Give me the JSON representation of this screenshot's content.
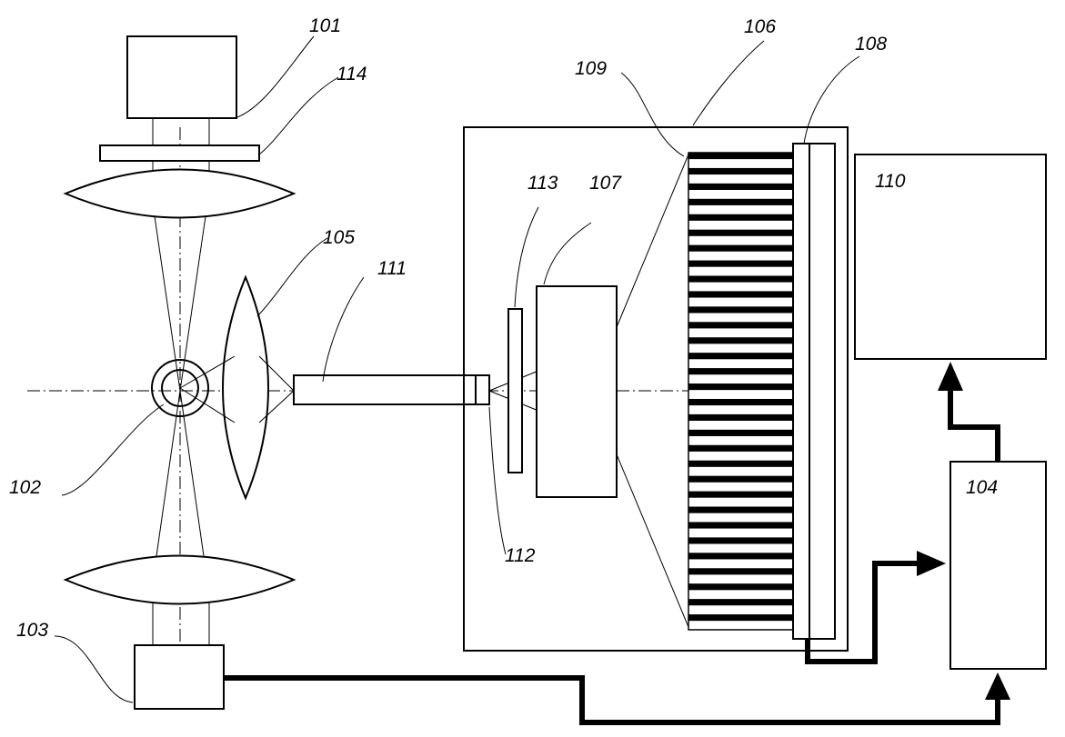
{
  "labels": {
    "l101": "101",
    "l114": "114",
    "l106": "106",
    "l108": "108",
    "l109": "109",
    "l110": "110",
    "l113": "113",
    "l107": "107",
    "l105": "105",
    "l111": "111",
    "l102": "102",
    "l104": "104",
    "l112": "112",
    "l103": "103"
  },
  "colors": {
    "ink": "#000000",
    "paper": "#ffffff"
  }
}
